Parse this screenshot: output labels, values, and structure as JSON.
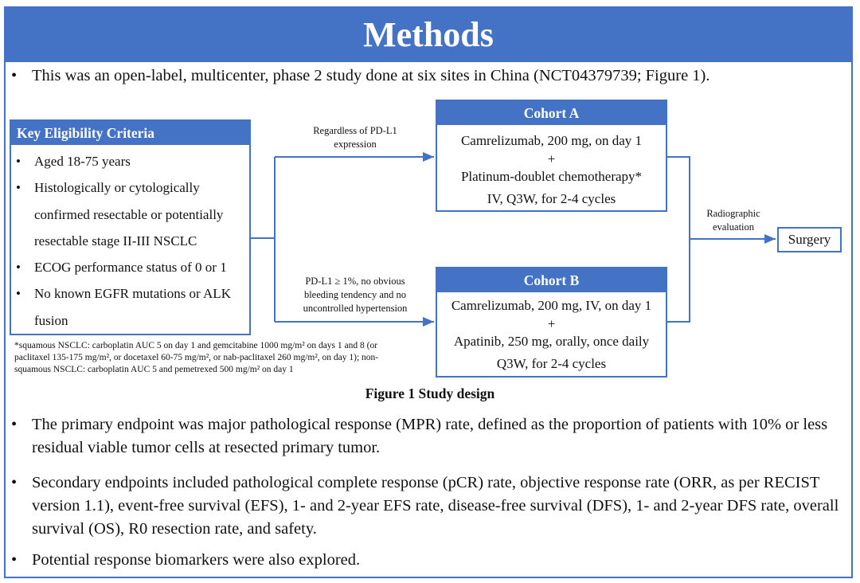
{
  "title": "Methods",
  "intro_bullet": "This was an open-label, multicenter, phase 2 study done at six sites in China (NCT04379739; Figure 1).",
  "figure": {
    "eligibility": {
      "header": "Key  Eligibility Criteria",
      "items": [
        "Aged 18-75 years",
        "Histologically or cytologically confirmed resectable or potentially resectable stage II-III  NSCLC",
        "ECOG performance status of 0 or 1",
        "No known EGFR mutations or ALK fusion"
      ]
    },
    "arm_a_label": "Regardless  of PD-L1 expression",
    "arm_b_label": "PD-L1 ≥ 1%, no obvious bleeding tendency and no uncontrolled hypertension",
    "cohort_a": {
      "header": "Cohort A",
      "lines": [
        "Camrelizumab, 200 mg, on day 1",
        "+",
        "Platinum-doublet chemotherapy*",
        "IV, Q3W, for 2-4 cycles"
      ]
    },
    "cohort_b": {
      "header": "Cohort B",
      "lines": [
        "Camrelizumab, 200 mg, IV, on day 1",
        "+",
        "Apatinib, 250 mg, orally, once daily",
        "Q3W, for 2-4 cycles"
      ]
    },
    "evaluation_label": "Radiographic evaluation",
    "surgery": "Surgery",
    "footnote": "*squamous NSCLC: carboplatin AUC 5 on day 1 and gemcitabine 1000 mg/m² on days 1 and 8 (or paclitaxel 135-175 mg/m², or docetaxel 60-75 mg/m², or nab-paclitaxel 260 mg/m², on day 1); non-squamous NSCLC: carboplatin AUC 5 and pemetrexed 500 mg/m² on day 1",
    "caption": "Figure 1 Study design"
  },
  "bullets": [
    "The primary endpoint was major pathological response (MPR) rate, defined as the proportion of patients with 10% or less residual viable tumor cells at resected primary tumor.",
    "Secondary endpoints included pathological complete response (pCR) rate, objective response rate (ORR, as per RECIST version 1.1), event-free survival (EFS), 1- and 2-year EFS rate, disease-free survival (DFS), 1- and 2-year DFS rate, overall survival (OS), R0 resection rate, and safety.",
    "Potential response biomarkers were also explored."
  ],
  "bullet_glyph": "•",
  "colors": {
    "accent": "#4472C4"
  }
}
